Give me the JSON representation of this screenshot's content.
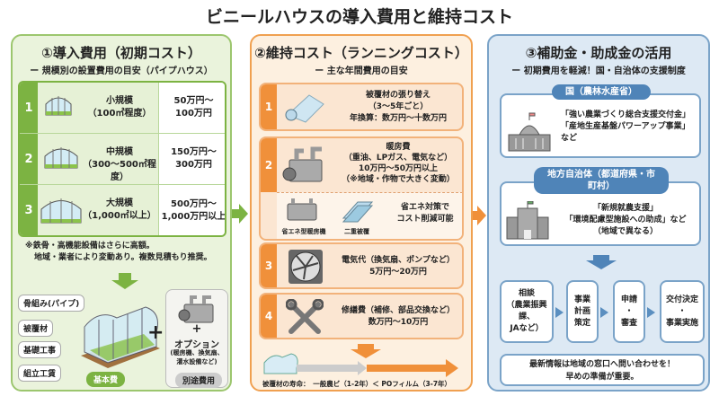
{
  "title": "ビニールハウスの導入費用と維持コスト",
  "colors": {
    "green": "#7cb342",
    "orange": "#f0903a",
    "blue": "#4f84b8"
  },
  "initial": {
    "title": "①導入費用（初期コスト）",
    "subtitle": "ー 規模別の設置費用の目安（パイプハウス）",
    "rows": [
      {
        "num": "1",
        "name": "小規模",
        "area": "（100㎡程度）",
        "price": "50万円〜\n100万円"
      },
      {
        "num": "2",
        "name": "中規模",
        "area": "（300〜500㎡程度）",
        "price": "150万円〜\n300万円"
      },
      {
        "num": "3",
        "name": "大規模",
        "area": "（1,000㎡以上）",
        "price": "500万円〜\n1,000万円以上"
      }
    ],
    "note_line1": "※鉄骨・高機能設備はさらに高額。",
    "note_line2": "地域・業者により変動あり。複数見積もり推奨。",
    "labels": [
      "骨組み(パイプ)",
      "被覆材",
      "基礎工事",
      "組立工賃"
    ],
    "basic_badge": "基本費",
    "plus": "+",
    "option_title": "オプション",
    "option_detail": "(暖房機、換気扇、\n灌水設備など)",
    "option_badge": "別途費用"
  },
  "running": {
    "title": "②維持コスト（ランニングコスト）",
    "subtitle": "ー 主な年間費用の目安",
    "items": [
      {
        "num": "1",
        "text": "被覆材の張り替え\n（3〜5年ごと）\n年換算：数万円〜十数万円",
        "icon": "film-roll-icon"
      },
      {
        "num": "2",
        "text": "暖房費\n（重油、LPガス、電気など）\n10万円〜50万円以上\n（※地域・作物で大きく変動）",
        "icon": "heater-icon"
      },
      {
        "num": "3",
        "text": "電気代（換気扇、ポンプなど）\n5万円〜20万円",
        "icon": "fan-icon"
      },
      {
        "num": "4",
        "text": "修繕費（補修、部品交換など）\n数万円〜10万円",
        "icon": "wrench-icon"
      }
    ],
    "saving": {
      "heater_label": "省エネ型暖房機",
      "double_label": "二重被覆",
      "text": "省エネ対策で\nコスト削減可能"
    },
    "lifespan": "被覆材の寿命：　一般農ビ（1-2年）＜ POフィルム（3-7年）"
  },
  "subsidy": {
    "title": "③補助金・助成金の活用",
    "subtitle": "ー 初期費用を軽減！国・自治体の支援制度",
    "national": {
      "header": "国（農林水産省）",
      "text": "「強い農業づくり総合支援交付金」\n「産地生産基盤パワーアップ事業」\nなど"
    },
    "local": {
      "header": "地方自治体（都道府県・市町村）",
      "text": "「新規就農支援」\n「環境配慮型施設への助成」など\n（地域で異なる）"
    },
    "steps": [
      "相談\n（農業振興課、\nJAなど）",
      "事業\n計画\n策定",
      "申請\n・\n審査",
      "交付決定\n・\n事業実施"
    ],
    "footer": "最新情報は地域の窓口へ問い合わせを！\n早めの準備が重要。"
  }
}
